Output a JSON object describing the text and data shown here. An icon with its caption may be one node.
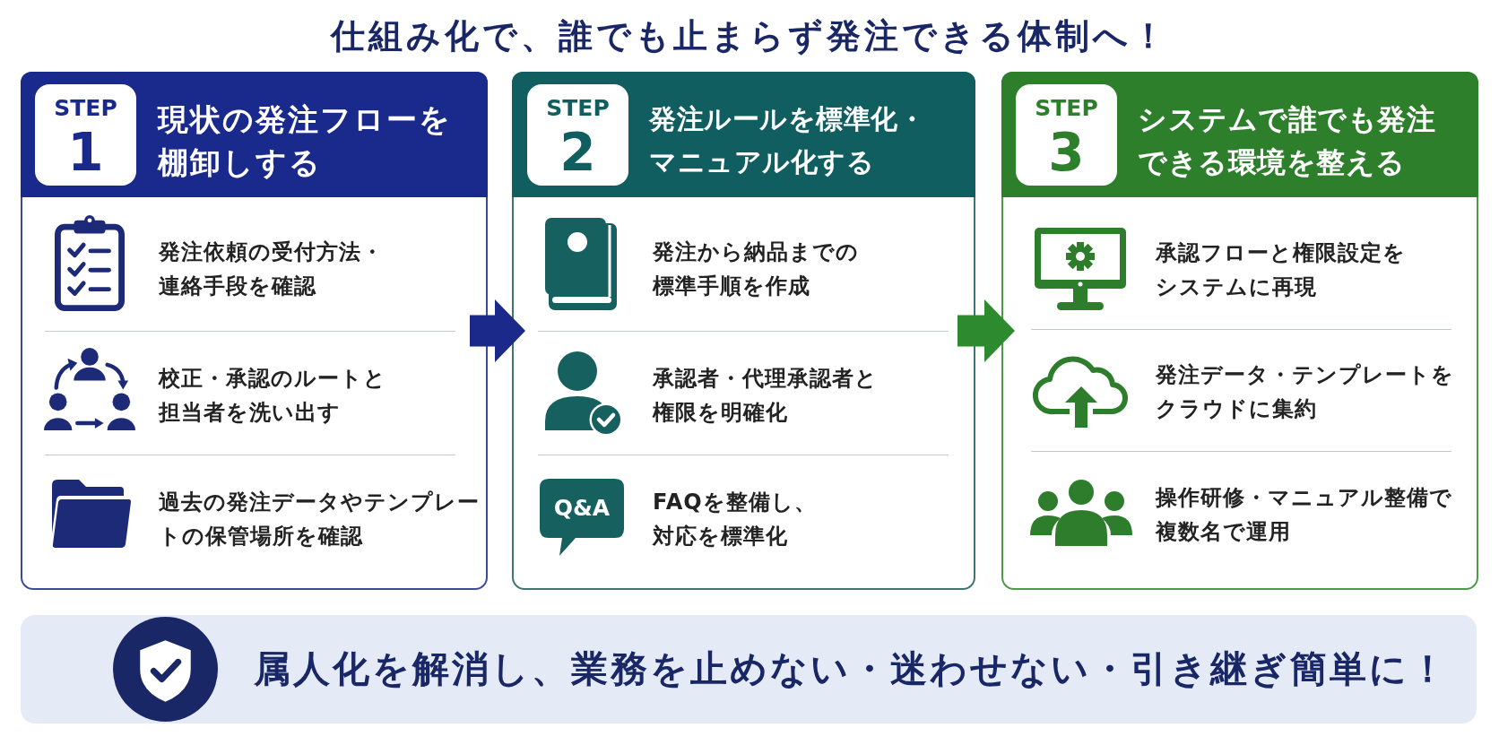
{
  "diagram": {
    "title": "仕組み化で、誰でも止まらず発注できる体制へ！",
    "nodes": [
      {
        "text": [
          "発注依頼の受付方法・連絡手段を確認",
          "校正・承認のルートと担当者を洗い出す",
          "過去の発注データやテンプレートの保管場所を確認"
        ]
      },
      {
        "text": [
          "現状の発注フローを棚卸しする"
        ],
        "in": 0
      },
      {
        "text": [
          "STEP",
          "1"
        ],
        "in": 1
      },
      {
        "text": [
          "発注から納品までの標準手順を作成",
          "承認者・代理承認者と権限を明確化",
          "FAQを整備し、対応を標準化"
        ]
      },
      {
        "text": [
          "発注ルールを標準化・マニュアル化する"
        ],
        "in": 3
      },
      {
        "text": [
          "STEP",
          "2"
        ],
        "in": 4
      },
      {
        "text": [
          "Q&A"
        ],
        "in": 3
      },
      {
        "text": [
          "承認フローと権限設定をシステムに再現",
          "発注データ・テンプレートをクラウドに集約",
          "操作研修・マニュアル整備で複数名で運用"
        ]
      },
      {
        "text": [
          "システムで誰でも発注できる環境を整える"
        ],
        "in": 7
      },
      {
        "text": [
          "STEP",
          "3"
        ],
        "in": 8
      },
      {
        "text": [
          "属人化を解消し、業務を止めない・迷わせない・引き継ぎ簡単に！"
        ]
      }
    ],
    "edges": [
      {
        "from": 0,
        "to": 3,
        "arrow": "to",
        "color": "#1b2a8a"
      },
      {
        "from": 3,
        "to": 7,
        "arrow": "to",
        "color": "#2e8a2e"
      }
    ]
  }
}
